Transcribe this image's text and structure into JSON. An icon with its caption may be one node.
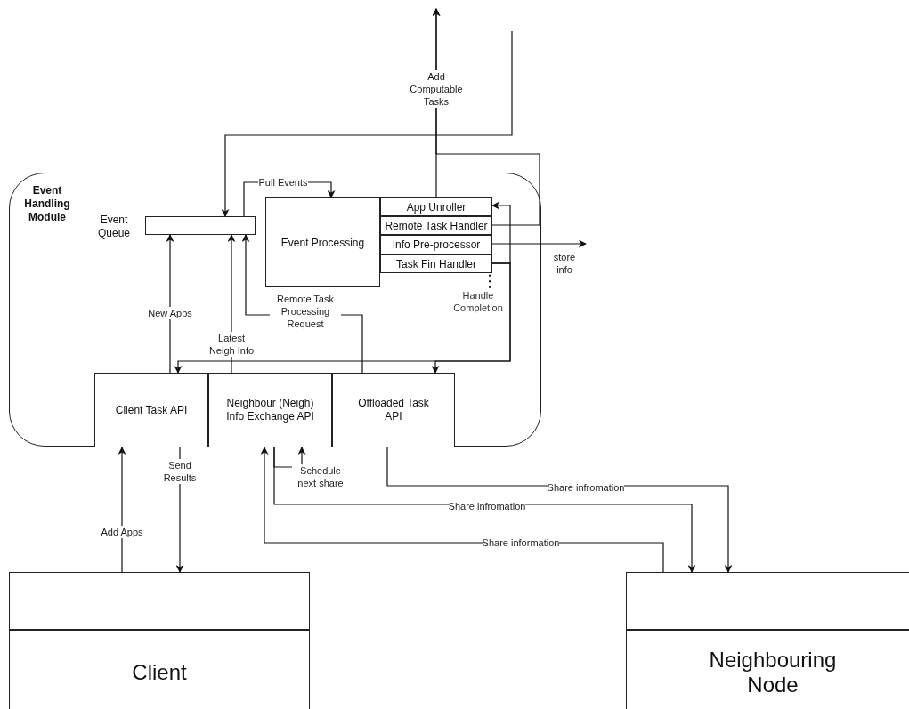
{
  "diagram": {
    "nodes": [
      {
        "text": [
          "Event Handling Module"
        ]
      },
      {
        "text": [],
        "shape": "box",
        "beside": [
          "Event Queue"
        ],
        "in": 0
      },
      {
        "text": [
          "Event Processing"
        ],
        "in": 0
      },
      {
        "text": [
          "App Unroller"
        ],
        "in": 0
      },
      {
        "text": [
          "Remote Task Handler"
        ],
        "in": 0
      },
      {
        "text": [
          "Info Pre-processor"
        ],
        "in": 0
      },
      {
        "text": [
          "Task Fin Handler"
        ],
        "in": 0
      },
      {
        "text": [
          "Client Task API"
        ],
        "in": 0
      },
      {
        "text": [
          "Neighbour (Neigh) Info Exchange API"
        ],
        "in": 0
      },
      {
        "text": [
          "Offloaded Task API"
        ],
        "in": 0
      },
      {
        "text": [],
        "shape": "box"
      },
      {
        "text": [
          "Client"
        ]
      },
      {
        "text": [],
        "shape": "box"
      },
      {
        "text": [
          "Neighbouring Node"
        ]
      },
      {
        "text": [
          "Handle Completion"
        ],
        "in": 0
      }
    ],
    "edges": [
      {
        "from": null,
        "to": 1,
        "arrow": "to"
      },
      {
        "from": 1,
        "to": 2,
        "arrow": "to",
        "label": "Pull Events"
      },
      {
        "from": 3,
        "to": null,
        "arrow": "to",
        "label": "Add Computable Tasks"
      },
      {
        "from": 4,
        "to": null,
        "arrow": "to"
      },
      {
        "from": 5,
        "to": null,
        "arrow": "to",
        "label": "store info"
      },
      {
        "from": 6,
        "to": 3,
        "arrow": "to"
      },
      {
        "from": 6,
        "to": 7,
        "arrow": "to"
      },
      {
        "from": 6,
        "to": 9,
        "arrow": "to"
      },
      {
        "from": 7,
        "to": 1,
        "arrow": "to",
        "label": "New Apps"
      },
      {
        "from": 8,
        "to": 1,
        "arrow": "to",
        "label": "Latest Neigh Info"
      },
      {
        "from": 9,
        "to": 1,
        "arrow": "to",
        "label": "Remote Task Processing Request"
      },
      {
        "from": 10,
        "to": 7,
        "arrow": "to",
        "label": "Add Apps"
      },
      {
        "from": 7,
        "to": 10,
        "arrow": "to",
        "label": "Send Results"
      },
      {
        "from": 8,
        "to": 8,
        "arrow": "to",
        "label": "Schedule next share"
      },
      {
        "from": 9,
        "to": 12,
        "arrow": "to",
        "label": "Share infromation"
      },
      {
        "from": 8,
        "to": 12,
        "arrow": "to",
        "label": "Share infromation"
      },
      {
        "from": 12,
        "to": 8,
        "arrow": "to",
        "label": "Share information"
      },
      {
        "from": 14,
        "to": 6,
        "arrow": "none",
        "style": "dashed"
      }
    ]
  }
}
